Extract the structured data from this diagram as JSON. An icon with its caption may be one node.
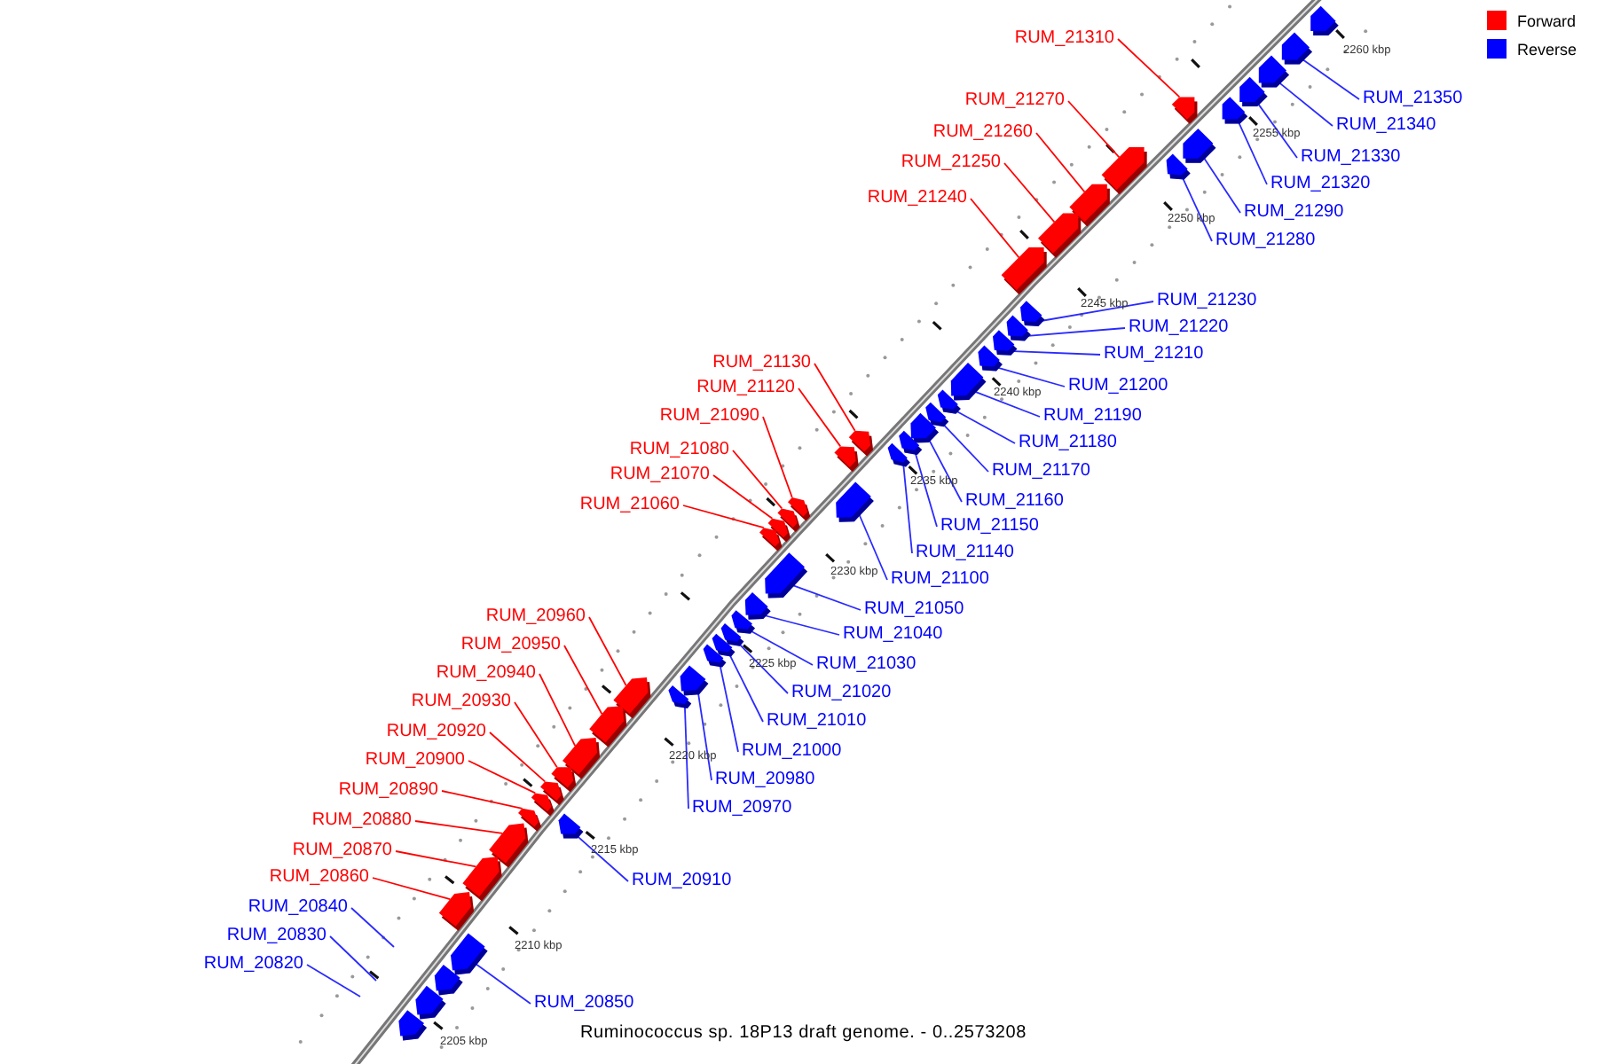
{
  "diagram": {
    "caption": "Ruminococcus sp. 18P13 draft genome. - 0..2573208",
    "nodes": [
      {
        "text": [
          "RUM_21310"
        ]
      },
      {
        "text": [
          "RUM_21270"
        ]
      },
      {
        "text": [
          "RUM_21260"
        ]
      },
      {
        "text": [
          "RUM_21250"
        ]
      },
      {
        "text": [
          "RUM_21240"
        ]
      },
      {
        "text": [
          "RUM_21350"
        ]
      },
      {
        "text": [
          "RUM_21340"
        ]
      },
      {
        "text": [
          "RUM_21330"
        ]
      },
      {
        "text": [
          "RUM_21320"
        ]
      },
      {
        "text": [
          "RUM_21290"
        ]
      },
      {
        "text": [
          "RUM_21280"
        ]
      },
      {
        "text": [
          "RUM_21230"
        ]
      },
      {
        "text": [
          "RUM_21220"
        ]
      },
      {
        "text": [
          "RUM_21210"
        ]
      },
      {
        "text": [
          "RUM_21200"
        ]
      },
      {
        "text": [
          "RUM_21130"
        ]
      },
      {
        "text": [
          "RUM_21190"
        ]
      },
      {
        "text": [
          "RUM_21120"
        ]
      },
      {
        "text": [
          "RUM_21180"
        ]
      },
      {
        "text": [
          "RUM_21090"
        ]
      },
      {
        "text": [
          "RUM_21170"
        ]
      },
      {
        "text": [
          "RUM_21080"
        ]
      },
      {
        "text": [
          "RUM_21160"
        ]
      },
      {
        "text": [
          "RUM_21070"
        ]
      },
      {
        "text": [
          "RUM_21150"
        ]
      },
      {
        "text": [
          "RUM_21060"
        ]
      },
      {
        "text": [
          "RUM_21140"
        ]
      },
      {
        "text": [
          "RUM_21100"
        ]
      },
      {
        "text": [
          "RUM_21050"
        ]
      },
      {
        "text": [
          "RUM_20960"
        ]
      },
      {
        "text": [
          "RUM_21040"
        ]
      },
      {
        "text": [
          "RUM_20950"
        ]
      },
      {
        "text": [
          "RUM_21030"
        ]
      },
      {
        "text": [
          "RUM_20940"
        ]
      },
      {
        "text": [
          "RUM_21020"
        ]
      },
      {
        "text": [
          "RUM_20930"
        ]
      },
      {
        "text": [
          "RUM_21010"
        ]
      },
      {
        "text": [
          "RUM_20920"
        ]
      },
      {
        "text": [
          "RUM_21000"
        ]
      },
      {
        "text": [
          "RUM_20900"
        ]
      },
      {
        "text": [
          "RUM_20980"
        ]
      },
      {
        "text": [
          "RUM_20890"
        ]
      },
      {
        "text": [
          "RUM_20970"
        ]
      },
      {
        "text": [
          "RUM_20880"
        ]
      },
      {
        "text": [
          "RUM_20870"
        ]
      },
      {
        "text": [
          "RUM_20910"
        ]
      },
      {
        "text": [
          "RUM_20860"
        ]
      },
      {
        "text": [
          "RUM_20840"
        ]
      },
      {
        "text": [
          "RUM_20830"
        ]
      },
      {
        "text": [
          "RUM_20820"
        ]
      },
      {
        "text": [
          "RUM_20850"
        ]
      },
      {
        "text": [],
        "shape": "arrow"
      },
      {
        "text": [],
        "shape": "arrow"
      },
      {
        "text": [],
        "shape": "arrow"
      },
      {
        "text": [],
        "shape": "arrow"
      },
      {
        "text": [],
        "shape": "arrow"
      },
      {
        "text": [],
        "shape": "arrow"
      },
      {
        "text": [],
        "shape": "arrow"
      },
      {
        "text": [],
        "shape": "arrow"
      },
      {
        "text": [],
        "shape": "arrow"
      },
      {
        "text": [],
        "shape": "arrow"
      },
      {
        "text": [],
        "shape": "arrow"
      },
      {
        "text": [],
        "shape": "arrow"
      },
      {
        "text": [],
        "shape": "arrow"
      },
      {
        "text": [],
        "shape": "arrow"
      },
      {
        "text": [],
        "shape": "arrow"
      },
      {
        "text": [],
        "shape": "arrow"
      },
      {
        "text": [],
        "shape": "arrow"
      },
      {
        "text": [],
        "shape": "arrow"
      },
      {
        "text": [],
        "shape": "arrow"
      },
      {
        "text": [],
        "shape": "arrow"
      },
      {
        "text": [],
        "shape": "arrow"
      },
      {
        "text": [],
        "shape": "arrow"
      },
      {
        "text": [],
        "shape": "arrow"
      },
      {
        "text": [],
        "shape": "arrow"
      },
      {
        "text": [],
        "shape": "arrow"
      },
      {
        "text": [],
        "shape": "arrow"
      },
      {
        "text": [],
        "shape": "arrow"
      },
      {
        "text": [],
        "shape": "arrow"
      },
      {
        "text": [],
        "shape": "arrow"
      },
      {
        "text": [],
        "shape": "arrow"
      },
      {
        "text": [],
        "shape": "arrow"
      },
      {
        "text": [],
        "shape": "arrow"
      },
      {
        "text": [],
        "shape": "arrow"
      },
      {
        "text": [],
        "shape": "arrow"
      },
      {
        "text": [],
        "shape": "arrow"
      },
      {
        "text": [],
        "shape": "arrow"
      },
      {
        "text": [],
        "shape": "arrow"
      },
      {
        "text": [],
        "shape": "arrow"
      },
      {
        "text": [],
        "shape": "arrow"
      },
      {
        "text": [],
        "shape": "arrow"
      },
      {
        "text": [],
        "shape": "arrow"
      },
      {
        "text": [],
        "shape": "arrow"
      },
      {
        "text": [],
        "shape": "arrow"
      },
      {
        "text": [],
        "shape": "arrow"
      },
      {
        "text": [],
        "shape": "arrow"
      },
      {
        "text": [],
        "shape": "arrow"
      },
      {
        "text": [],
        "shape": "arrow"
      },
      {
        "text": [],
        "shape": "arrow"
      },
      {
        "text": [],
        "shape": "arrow"
      },
      {
        "text": [],
        "shape": "arrow"
      },
      {
        "text": [],
        "shape": "arrow"
      },
      {
        "text": [],
        "shape": "arrow"
      }
    ],
    "edges": [
      {
        "from": 0,
        "to": 56,
        "arrow": "none",
        "color": "#ff0000"
      },
      {
        "from": 1,
        "to": 57,
        "arrow": "none",
        "color": "#ff0000"
      },
      {
        "from": 2,
        "to": 60,
        "arrow": "none",
        "color": "#ff0000"
      },
      {
        "from": 3,
        "to": 61,
        "arrow": "none",
        "color": "#ff0000"
      },
      {
        "from": 4,
        "to": 62,
        "arrow": "none",
        "color": "#ff0000"
      },
      {
        "from": 5,
        "to": 52,
        "arrow": "none"
      },
      {
        "from": 6,
        "to": 53,
        "arrow": "none"
      },
      {
        "from": 7,
        "to": 54,
        "arrow": "none"
      },
      {
        "from": 8,
        "to": 55,
        "arrow": "none"
      },
      {
        "from": 9,
        "to": 58,
        "arrow": "none"
      },
      {
        "from": 10,
        "to": 59,
        "arrow": "none"
      },
      {
        "from": 11,
        "to": 63,
        "arrow": "none"
      },
      {
        "from": 12,
        "to": 64,
        "arrow": "none"
      },
      {
        "from": 13,
        "to": 65,
        "arrow": "none"
      },
      {
        "from": 14,
        "to": 66,
        "arrow": "none"
      },
      {
        "from": 15,
        "to": 73,
        "arrow": "none",
        "color": "#ff0000"
      },
      {
        "from": 16,
        "to": 67,
        "arrow": "none"
      },
      {
        "from": 17,
        "to": 74,
        "arrow": "none",
        "color": "#ff0000"
      },
      {
        "from": 18,
        "to": 68,
        "arrow": "none"
      },
      {
        "from": 19,
        "to": 75,
        "arrow": "none",
        "color": "#ff0000"
      },
      {
        "from": 20,
        "to": 69,
        "arrow": "none"
      },
      {
        "from": 21,
        "to": 76,
        "arrow": "none",
        "color": "#ff0000"
      },
      {
        "from": 22,
        "to": 70,
        "arrow": "none"
      },
      {
        "from": 23,
        "to": 77,
        "arrow": "none",
        "color": "#ff0000"
      },
      {
        "from": 24,
        "to": 71,
        "arrow": "none"
      },
      {
        "from": 25,
        "to": 78,
        "arrow": "none",
        "color": "#ff0000"
      },
      {
        "from": 26,
        "to": 72,
        "arrow": "none"
      },
      {
        "from": 27,
        "to": 79,
        "arrow": "none"
      },
      {
        "from": 28,
        "to": 80,
        "arrow": "none"
      },
      {
        "from": 29,
        "to": 86,
        "arrow": "none",
        "color": "#ff0000"
      },
      {
        "from": 30,
        "to": 81,
        "arrow": "none"
      },
      {
        "from": 31,
        "to": 87,
        "arrow": "none",
        "color": "#ff0000"
      },
      {
        "from": 32,
        "to": 82,
        "arrow": "none"
      },
      {
        "from": 33,
        "to": 88,
        "arrow": "none",
        "color": "#ff0000"
      },
      {
        "from": 34,
        "to": 83,
        "arrow": "none"
      },
      {
        "from": 35,
        "to": 91,
        "arrow": "none",
        "color": "#ff0000"
      },
      {
        "from": 36,
        "to": 84,
        "arrow": "none"
      },
      {
        "from": 37,
        "to": 92,
        "arrow": "none",
        "color": "#ff0000"
      },
      {
        "from": 38,
        "to": 85,
        "arrow": "none"
      },
      {
        "from": 39,
        "to": 93,
        "arrow": "none",
        "color": "#ff0000"
      },
      {
        "from": 40,
        "to": 89,
        "arrow": "none"
      },
      {
        "from": 41,
        "to": 94,
        "arrow": "none",
        "color": "#ff0000"
      },
      {
        "from": 42,
        "to": 90,
        "arrow": "none"
      },
      {
        "from": 43,
        "to": 95,
        "arrow": "none",
        "color": "#ff0000"
      },
      {
        "from": 44,
        "to": 97,
        "arrow": "none",
        "color": "#ff0000"
      },
      {
        "from": 45,
        "to": 96,
        "arrow": "none"
      },
      {
        "from": 46,
        "to": 98,
        "arrow": "none",
        "color": "#ff0000"
      },
      {
        "from": 47,
        "to": null,
        "arrow": "none"
      },
      {
        "from": 48,
        "to": null,
        "arrow": "none"
      },
      {
        "from": 49,
        "to": null,
        "arrow": "none"
      },
      {
        "from": 50,
        "to": 99,
        "arrow": "none"
      }
    ],
    "labels": [
      "2260 kbp",
      "2255 kbp",
      "2250 kbp",
      "2245 kbp",
      "2240 kbp",
      "2235 kbp",
      "2230 kbp",
      "2225 kbp",
      "2220 kbp",
      "2215 kbp",
      "2210 kbp",
      "2205 kbp"
    ],
    "legend": [
      {
        "text": "Forward",
        "color": "#ff0000"
      },
      {
        "text": "Reverse",
        "color": "#0000ff"
      }
    ]
  }
}
